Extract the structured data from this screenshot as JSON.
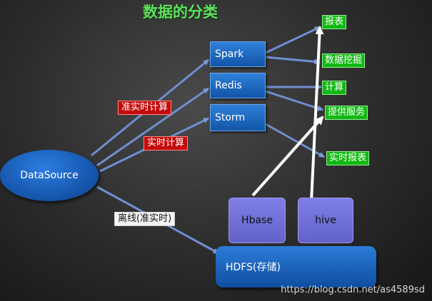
{
  "title": "数据的分类",
  "source": "DataSource",
  "tech_nodes": [
    "Spark",
    "Redis",
    "Storm"
  ],
  "store_nodes": [
    "Hbase",
    "hive"
  ],
  "hdfs": "HDFS(存储)",
  "outputs": [
    "报表",
    "数据挖掘",
    "计算",
    "提供服务",
    "实时报表"
  ],
  "edge_labels": {
    "near_realtime": "准实时计算",
    "realtime": "实时计算",
    "offline": "离线(准实时)"
  },
  "watermark": "https://blog.csdn.net/as4589sd",
  "colors": {
    "title": "#5fe05f",
    "node_blue": "#1f6cc8",
    "store_purple": "#6f6fd8",
    "output_green": "#14b814",
    "label_red": "#c40a0a",
    "arrow_blue": "#6f8fd0",
    "arrow_white": "#ffffff"
  }
}
